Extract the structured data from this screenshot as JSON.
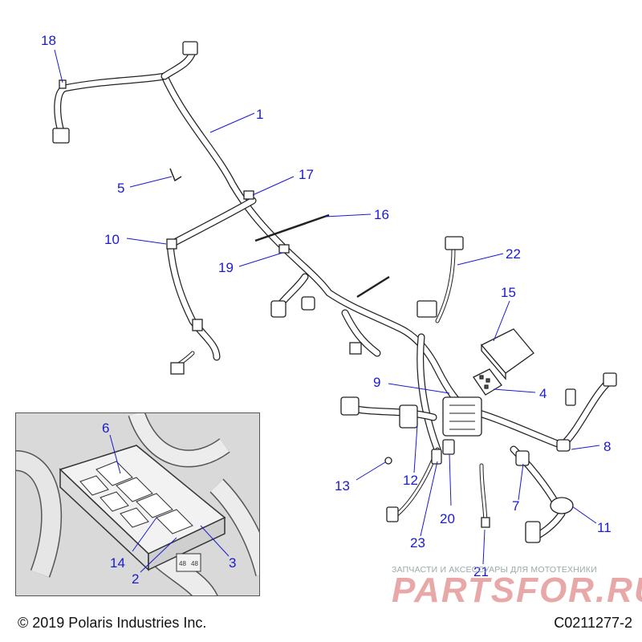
{
  "callouts": [
    {
      "id": "1",
      "label": "1"
    },
    {
      "id": "2",
      "label": "2"
    },
    {
      "id": "3",
      "label": "3"
    },
    {
      "id": "4",
      "label": "4"
    },
    {
      "id": "5",
      "label": "5"
    },
    {
      "id": "6",
      "label": "6"
    },
    {
      "id": "7",
      "label": "7"
    },
    {
      "id": "8",
      "label": "8"
    },
    {
      "id": "9",
      "label": "9"
    },
    {
      "id": "10",
      "label": "10"
    },
    {
      "id": "11",
      "label": "11"
    },
    {
      "id": "12",
      "label": "12"
    },
    {
      "id": "13",
      "label": "13"
    },
    {
      "id": "14",
      "label": "14"
    },
    {
      "id": "15",
      "label": "15"
    },
    {
      "id": "16",
      "label": "16"
    },
    {
      "id": "17",
      "label": "17"
    },
    {
      "id": "18",
      "label": "18"
    },
    {
      "id": "19",
      "label": "19"
    },
    {
      "id": "20",
      "label": "20"
    },
    {
      "id": "21",
      "label": "21"
    },
    {
      "id": "22",
      "label": "22"
    },
    {
      "id": "23",
      "label": "23"
    }
  ],
  "footer": {
    "copyright": "© 2019 Polaris Industries Inc.",
    "figure_code": "C0211277-2"
  },
  "watermark": {
    "tagline": "ЗАПЧАСТИ И АКСЕССУАРЫ ДЛЯ МОТОТЕХНИКИ",
    "brand": "PARTSFOR.RU"
  },
  "inset": {
    "fuse_labels": [
      "48",
      "48"
    ]
  },
  "colors": {
    "callout": "#1a1ad0",
    "line_art": "#222222",
    "watermark": "#e8a8a8",
    "inset_background": "#d9d9d9"
  }
}
